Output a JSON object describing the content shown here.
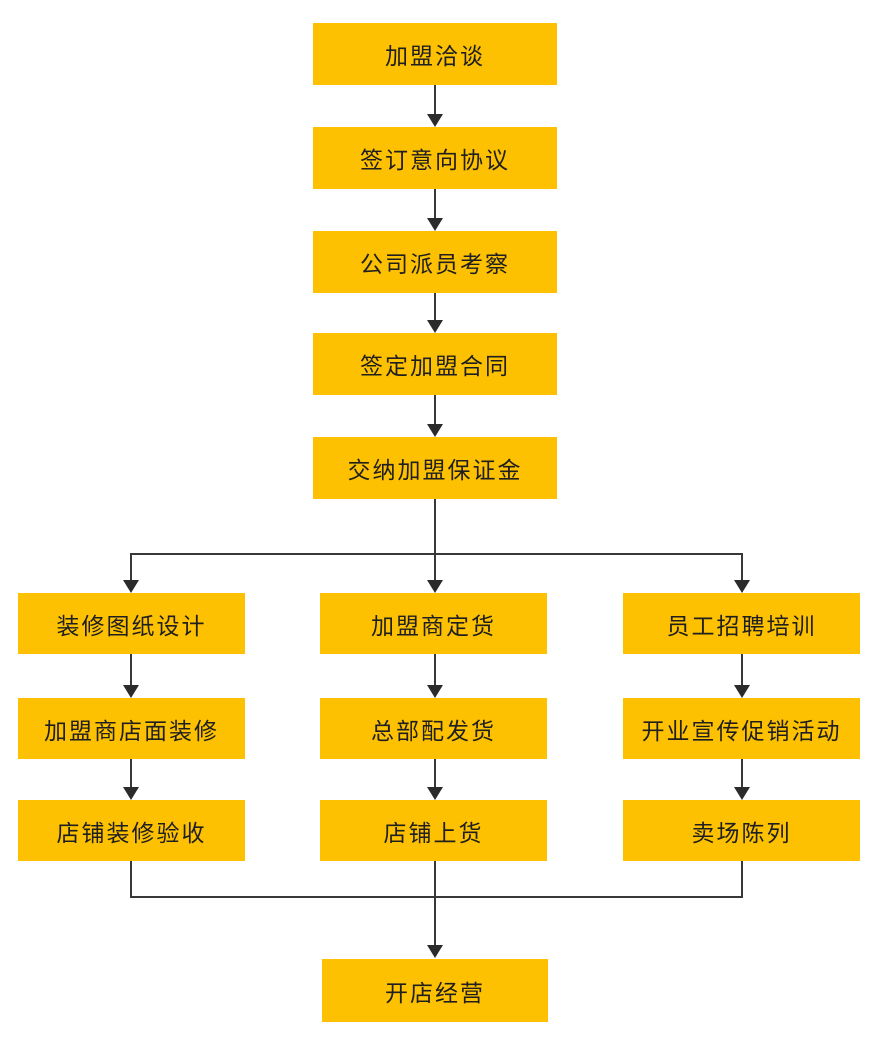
{
  "diagram": {
    "title": "franchise-process-flowchart",
    "colors": {
      "box": "#fdc101",
      "line": "#383838",
      "arrow": "#2b2b2b",
      "text": "#1f1f1f",
      "background": "#ffffff"
    },
    "main": [
      "加盟洽谈",
      "签订意向协议",
      "公司派员考察",
      "签定加盟合同",
      "交纳加盟保证金"
    ],
    "left": [
      "装修图纸设计",
      "加盟商店面装修",
      "店铺装修验收"
    ],
    "middle": [
      "加盟商定货",
      "总部配发货",
      "店铺上货"
    ],
    "right": [
      "员工招聘培训",
      "开业宣传促销活动",
      "卖场陈列"
    ],
    "final": "开店经营"
  }
}
